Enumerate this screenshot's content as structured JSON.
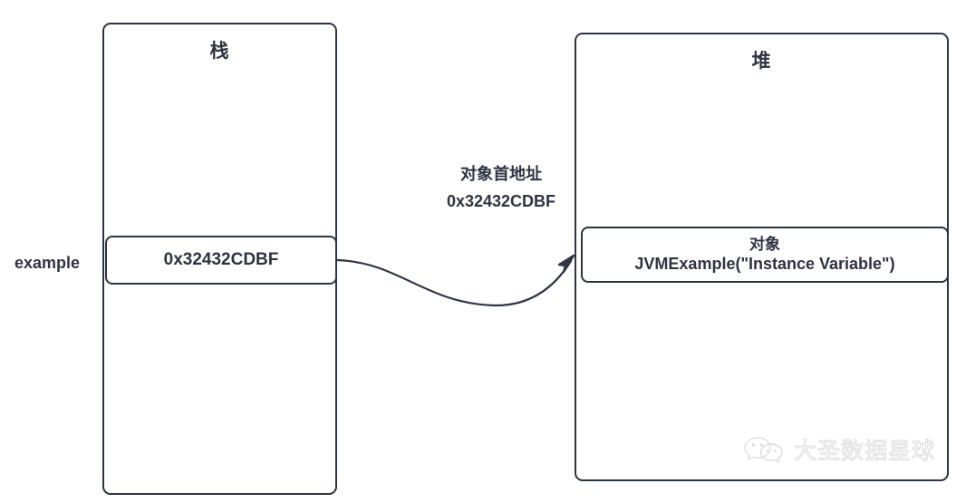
{
  "diagram": {
    "stack": {
      "title": "栈",
      "variable_label": "example",
      "slot_value": "0x32432CDBF"
    },
    "heap": {
      "title": "堆",
      "object": {
        "line1": "对象",
        "line2": "JVMExample(\"Instance Variable\")"
      }
    },
    "arrow": {
      "label_line1": "对象首地址",
      "label_line2": "0x32432CDBF",
      "icon": "curved-arrow-icon"
    },
    "watermark": {
      "icon": "wechat-icon",
      "text": "大圣数据星球"
    },
    "colors": {
      "stroke": "#2e3440",
      "background": "#ffffff",
      "watermark": "#dcdcdc"
    }
  }
}
